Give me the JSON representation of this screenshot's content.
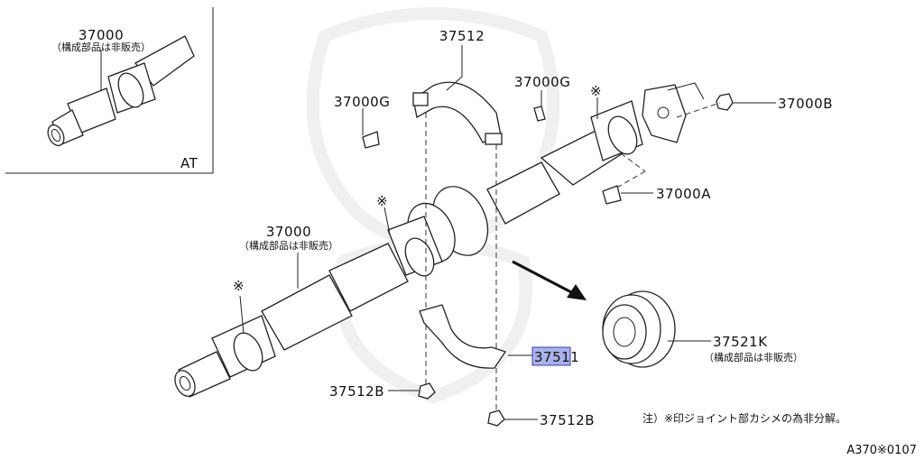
{
  "inset": {
    "part_number": "37000",
    "part_note": "（構成部品は非販売）",
    "variant_tag": "AT"
  },
  "callouts": {
    "p37512_top": "37512",
    "p37000G_left": "37000G",
    "p37000G_right": "37000G",
    "p37000B": "37000B",
    "p37000A": "37000A",
    "p37000_main": "37000",
    "p37000_main_note": "（構成部品は非販売）",
    "p37511": "37511",
    "p37512B_left": "37512B",
    "p37512B_right": "37512B",
    "p37521K": "37521K",
    "p37521K_note": "（構成部品は非販売）",
    "asterisk": "※"
  },
  "footnote": "注）※印ジョイント部カシメの為非分解。",
  "diagram_code": "A370※0107",
  "colors": {
    "highlight_fill": "#a9b2ea",
    "highlight_border": "#3a3fb0",
    "line": "#222222"
  }
}
